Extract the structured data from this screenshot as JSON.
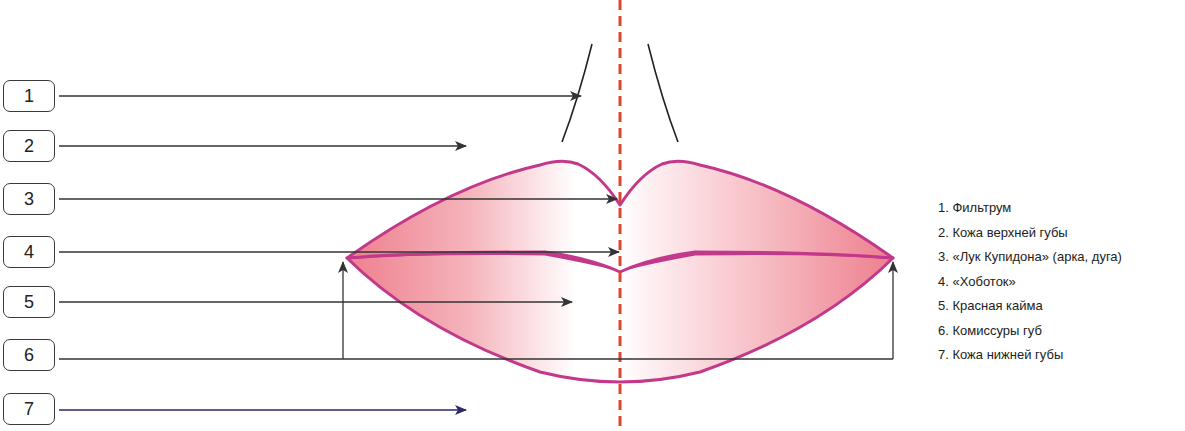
{
  "diagram": {
    "nodes": [
      {
        "text": [
          "1"
        ]
      },
      {
        "text": [
          "2"
        ]
      },
      {
        "text": [
          "3"
        ]
      },
      {
        "text": [
          "4"
        ]
      },
      {
        "text": [
          "5"
        ]
      },
      {
        "text": [
          "6"
        ]
      },
      {
        "text": [
          "7"
        ]
      }
    ],
    "labels": [
      "1. Фильтрум",
      "2. Кожа верхней губы",
      "3. «Лук Купидона» (арка, дуга)",
      "4. «Хоботок»",
      "5. Красная кайма",
      "6. Комиссуры губ",
      "7. Кожа нижней губы"
    ]
  }
}
